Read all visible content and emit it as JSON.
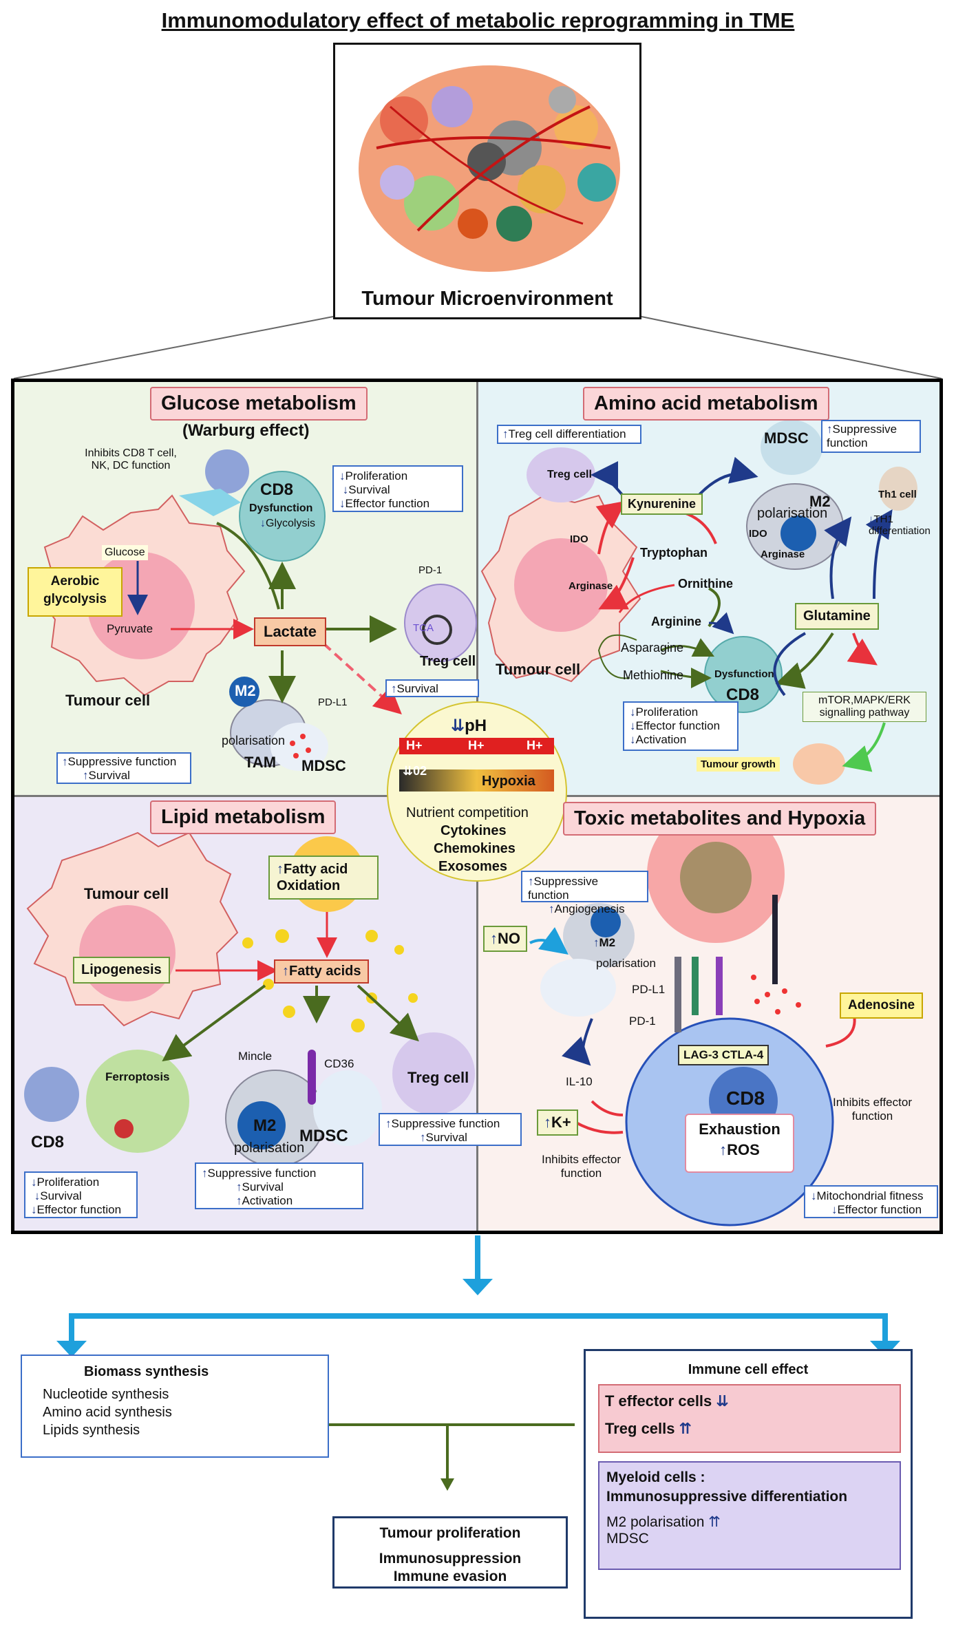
{
  "title": "Immunomodulatory effect of metabolic reprogramming in TME",
  "tme_label": "Tumour Microenvironment",
  "glucose": {
    "title": "Glucose metabolism",
    "subtitle": "(Warburg effect)",
    "inhibits": "Inhibits CD8 T cell,\nNK, DC function",
    "cd8": "CD8",
    "dysfunction": "Dysfunction",
    "glycolysis": "Glycolysis",
    "cd8_effects": [
      "Proliferation",
      "Survival",
      "Effector function"
    ],
    "glucose": "Glucose",
    "aerobic": "Aerobic\nglycolysis",
    "pyruvate": "Pyruvate",
    "lactate": "Lactate",
    "tumour_cell": "Tumour cell",
    "pd1": "PD-1",
    "tca": "TCA",
    "treg": "Treg cell",
    "treg_survival": "Survival",
    "pdl1": "PD-L1",
    "m2": "M2",
    "polarisation": "polarisation",
    "tam": "TAM",
    "mdsc": "MDSC",
    "suppressive": [
      "Suppressive function",
      "Survival"
    ]
  },
  "center": {
    "ph": "pH",
    "h": "H+",
    "o2": "02",
    "hypoxia": "Hypoxia",
    "nutrient": "Nutrient competition",
    "cytokines": "Cytokines",
    "chemokines": "Chemokines",
    "exosomes": "Exosomes"
  },
  "amino": {
    "title": "Amino acid metabolism",
    "treg_diff": "Treg cell differentiation",
    "treg": "Treg cell",
    "mdsc": "MDSC",
    "mdsc_effect": "Suppressive\nfunction",
    "kynurenine": "Kynurenine",
    "m2": "M2",
    "polarisation": "polarisation",
    "ido": "IDO",
    "arginase": "Arginase",
    "th1": "Th1 cell",
    "th1_diff": "TH1\ndifferentiation",
    "tryptophan": "Tryptophan",
    "ornithine": "Ornithine",
    "arginine": "Arginine",
    "asparagine": "Asparagine",
    "methionine": "Methionine",
    "glutamine": "Glutamine",
    "tumour_cell": "Tumour cell",
    "dysfunction": "Dysfunction",
    "cd8": "CD8",
    "mtor": "mTOR,MAPK/ERK\nsignalling pathway",
    "cd8_effects": [
      "Proliferation",
      "Effector function",
      "Activation"
    ],
    "tumour_growth": "Tumour growth"
  },
  "lipid": {
    "title": "Lipid metabolism",
    "tumour_cell": "Tumour cell",
    "lipogenesis": "Lipogenesis",
    "fao": "Fatty acid\nOxidation",
    "fatty_acids": "Fatty acids",
    "ferroptosis": "Ferroptosis",
    "cd8": "CD8",
    "cd8_effects": [
      "Proliferation",
      "Survival",
      "Effector function"
    ],
    "mincle": "Mincle",
    "cd36": "CD36",
    "m2": "M2",
    "polarisation": "polarisation",
    "mdsc": "MDSC",
    "treg": "Treg cell",
    "treg_effects": [
      "Suppressive function",
      "Survival"
    ],
    "m2_effects": [
      "Suppressive function",
      "Survival",
      "Activation"
    ]
  },
  "toxic": {
    "title": "Toxic metabolites and Hypoxia",
    "suppressive": [
      "Suppressive function",
      "Angiogenesis"
    ],
    "no": "NO",
    "m2": "M2",
    "polarisation": "polarisation",
    "pdl1": "PD-L1",
    "pd1": "PD-1",
    "il10": "IL-10",
    "lag3": "LAG-3 CTLA-4",
    "adenosine": "Adenosine",
    "adenosine_effect": "Inhibits effector\nfunction",
    "k": "K+",
    "k_effect": "Inhibits effector\nfunction",
    "cd8": "CD8",
    "exhaustion": "Exhaustion",
    "ros": "ROS",
    "cd8_effects": [
      "Mitochondrial fitness",
      "Effector function"
    ]
  },
  "outputs": {
    "biomass_title": "Biomass synthesis",
    "biomass": [
      "Nucleotide synthesis",
      "Amino acid synthesis",
      "Lipids synthesis"
    ],
    "tumour_title": "Tumour proliferation",
    "tumour": [
      "Immunosuppression",
      "Immune evasion"
    ],
    "immune_title": "Immune cell effect",
    "t_eff": "T effector cells",
    "treg": "Treg cells",
    "myeloid_title": "Myeloid cells :\nImmunosuppressive differentiation",
    "myeloid": [
      "M2 polarisation",
      "MDSC"
    ]
  },
  "colors": {
    "arrow_dark_green": "#4a6b1f",
    "arrow_red": "#e8323c",
    "arrow_navy": "#1f3a8a",
    "cyan_arrow": "#1ea0dc"
  }
}
